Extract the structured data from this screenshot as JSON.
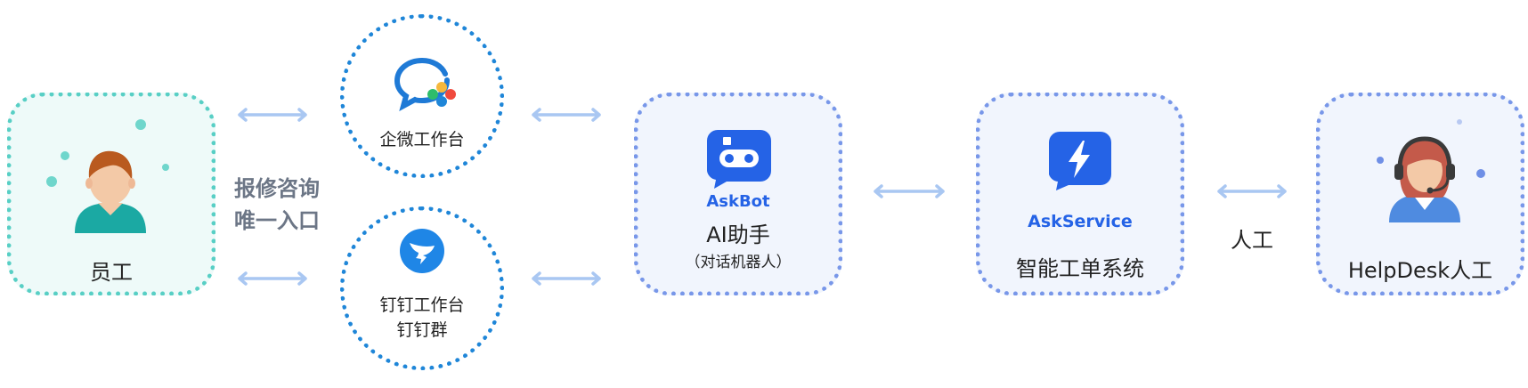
{
  "employee": {
    "label": "员工",
    "icon": "employee-avatar-icon"
  },
  "entry_note": {
    "line1": "报修咨询",
    "line2": "唯一入口"
  },
  "wecom": {
    "label": "企微工作台",
    "icon": "wecom-logo-icon"
  },
  "dingtalk": {
    "line1": "钉钉工作台",
    "line2": "钉钉群",
    "icon": "dingtalk-logo-icon"
  },
  "askbot": {
    "brand": "AskBot",
    "title": "AI助手",
    "subtitle": "（对话机器人）",
    "icon": "askbot-robot-icon"
  },
  "askservice": {
    "brand": "AskService",
    "title": "智能工单系统",
    "icon": "lightning-icon"
  },
  "manual_note": {
    "label": "人工"
  },
  "helpdesk": {
    "label": "HelpDesk人工",
    "icon": "headset-agent-icon"
  },
  "colors": {
    "teal": "#58cfc5",
    "blue_dots": "#7897e9",
    "circle_dots": "#1f86d8",
    "brand_blue": "#2563e6",
    "arrow": "#a9c7f2"
  }
}
